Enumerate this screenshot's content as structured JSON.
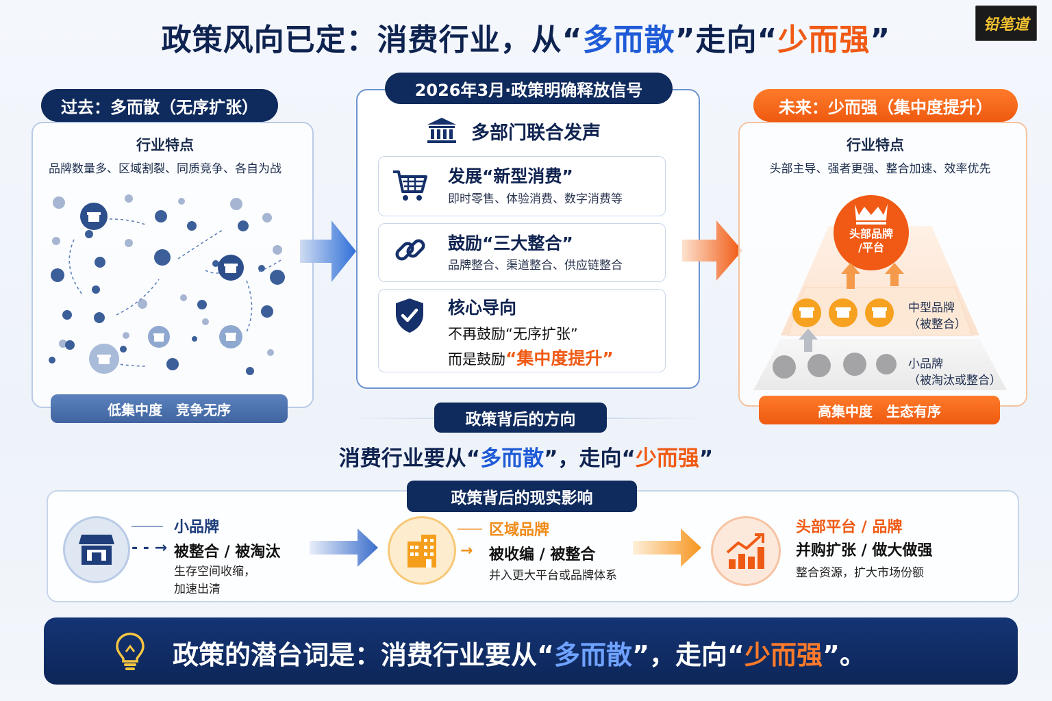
{
  "header": {
    "title_part1": "政策风向已定：消费行业，从“",
    "title_blue": "多而散",
    "title_part2": "”走向“",
    "title_orange": "少而强",
    "title_part3": "”",
    "logo_text": "铅笔道"
  },
  "left": {
    "tag": "过去：多而散（无序扩张）",
    "feature_title": "行业特点",
    "feature_desc": "品牌数量多、区域割裂、同质竞争、各自为战",
    "footer": "低集中度　竞争无序"
  },
  "center": {
    "tag": "2026年3月·政策明确释放信号",
    "heading": "多部门联合发声",
    "cards": [
      {
        "title": "发展“新型消费”",
        "desc": "即时零售、体验消费、数字消费等",
        "icon": "cart-icon"
      },
      {
        "title": "鼓励“三大整合”",
        "desc": "品牌整合、渠道整合、供应链整合",
        "icon": "link-icon"
      },
      {
        "title": "核心导向",
        "line1": "不再鼓励“无序扩张”",
        "line2_prefix": "而是鼓励",
        "line2_highlight": "“集中度提升”",
        "icon": "shield-check-icon"
      }
    ]
  },
  "right": {
    "tag": "未来：少而强（集中度提升）",
    "feature_title": "行业特点",
    "feature_desc": "头部主导、强者更强、整合加速、效率优先",
    "top_label_1": "头部品牌",
    "top_label_2": "/平台",
    "mid_label_1": "中型品牌",
    "mid_label_2": "（被整合）",
    "small_label_1": "小品牌",
    "small_label_2": "（被淘汰或整合）",
    "footer": "高集中度　生态有序"
  },
  "direction": {
    "tag": "政策背后的方向",
    "text_prefix": "消费行业要从“",
    "text_blue": "多而散",
    "text_mid": "”，走向“",
    "text_orange": "少而强",
    "text_suffix": "”"
  },
  "impact": {
    "tag": "政策背后的现实影响",
    "items": [
      {
        "title": "小品牌",
        "action": "被整合 / 被淘汰",
        "desc_1": "生存空间收缩，",
        "desc_2": "加速出清",
        "icon": "store-icon"
      },
      {
        "title": "区域品牌",
        "action": "被收编 / 被整合",
        "desc_1": "并入更大平台或品牌体系",
        "icon": "building-icon"
      },
      {
        "title": "头部平台 / 品牌",
        "action": "并购扩张 / 做大做强",
        "desc_1": "整合资源，扩大市场份额",
        "icon": "growth-chart-icon"
      }
    ]
  },
  "bottom": {
    "prefix": "政策的潜台词是：消费行业要从“",
    "blue": "多而散",
    "mid": "”，走向“",
    "orange": "少而强",
    "suffix": "”。",
    "icon": "lightbulb-icon"
  },
  "colors": {
    "navy": "#0f2a5c",
    "blue": "#1f5bd6",
    "orange": "#f05a14"
  }
}
